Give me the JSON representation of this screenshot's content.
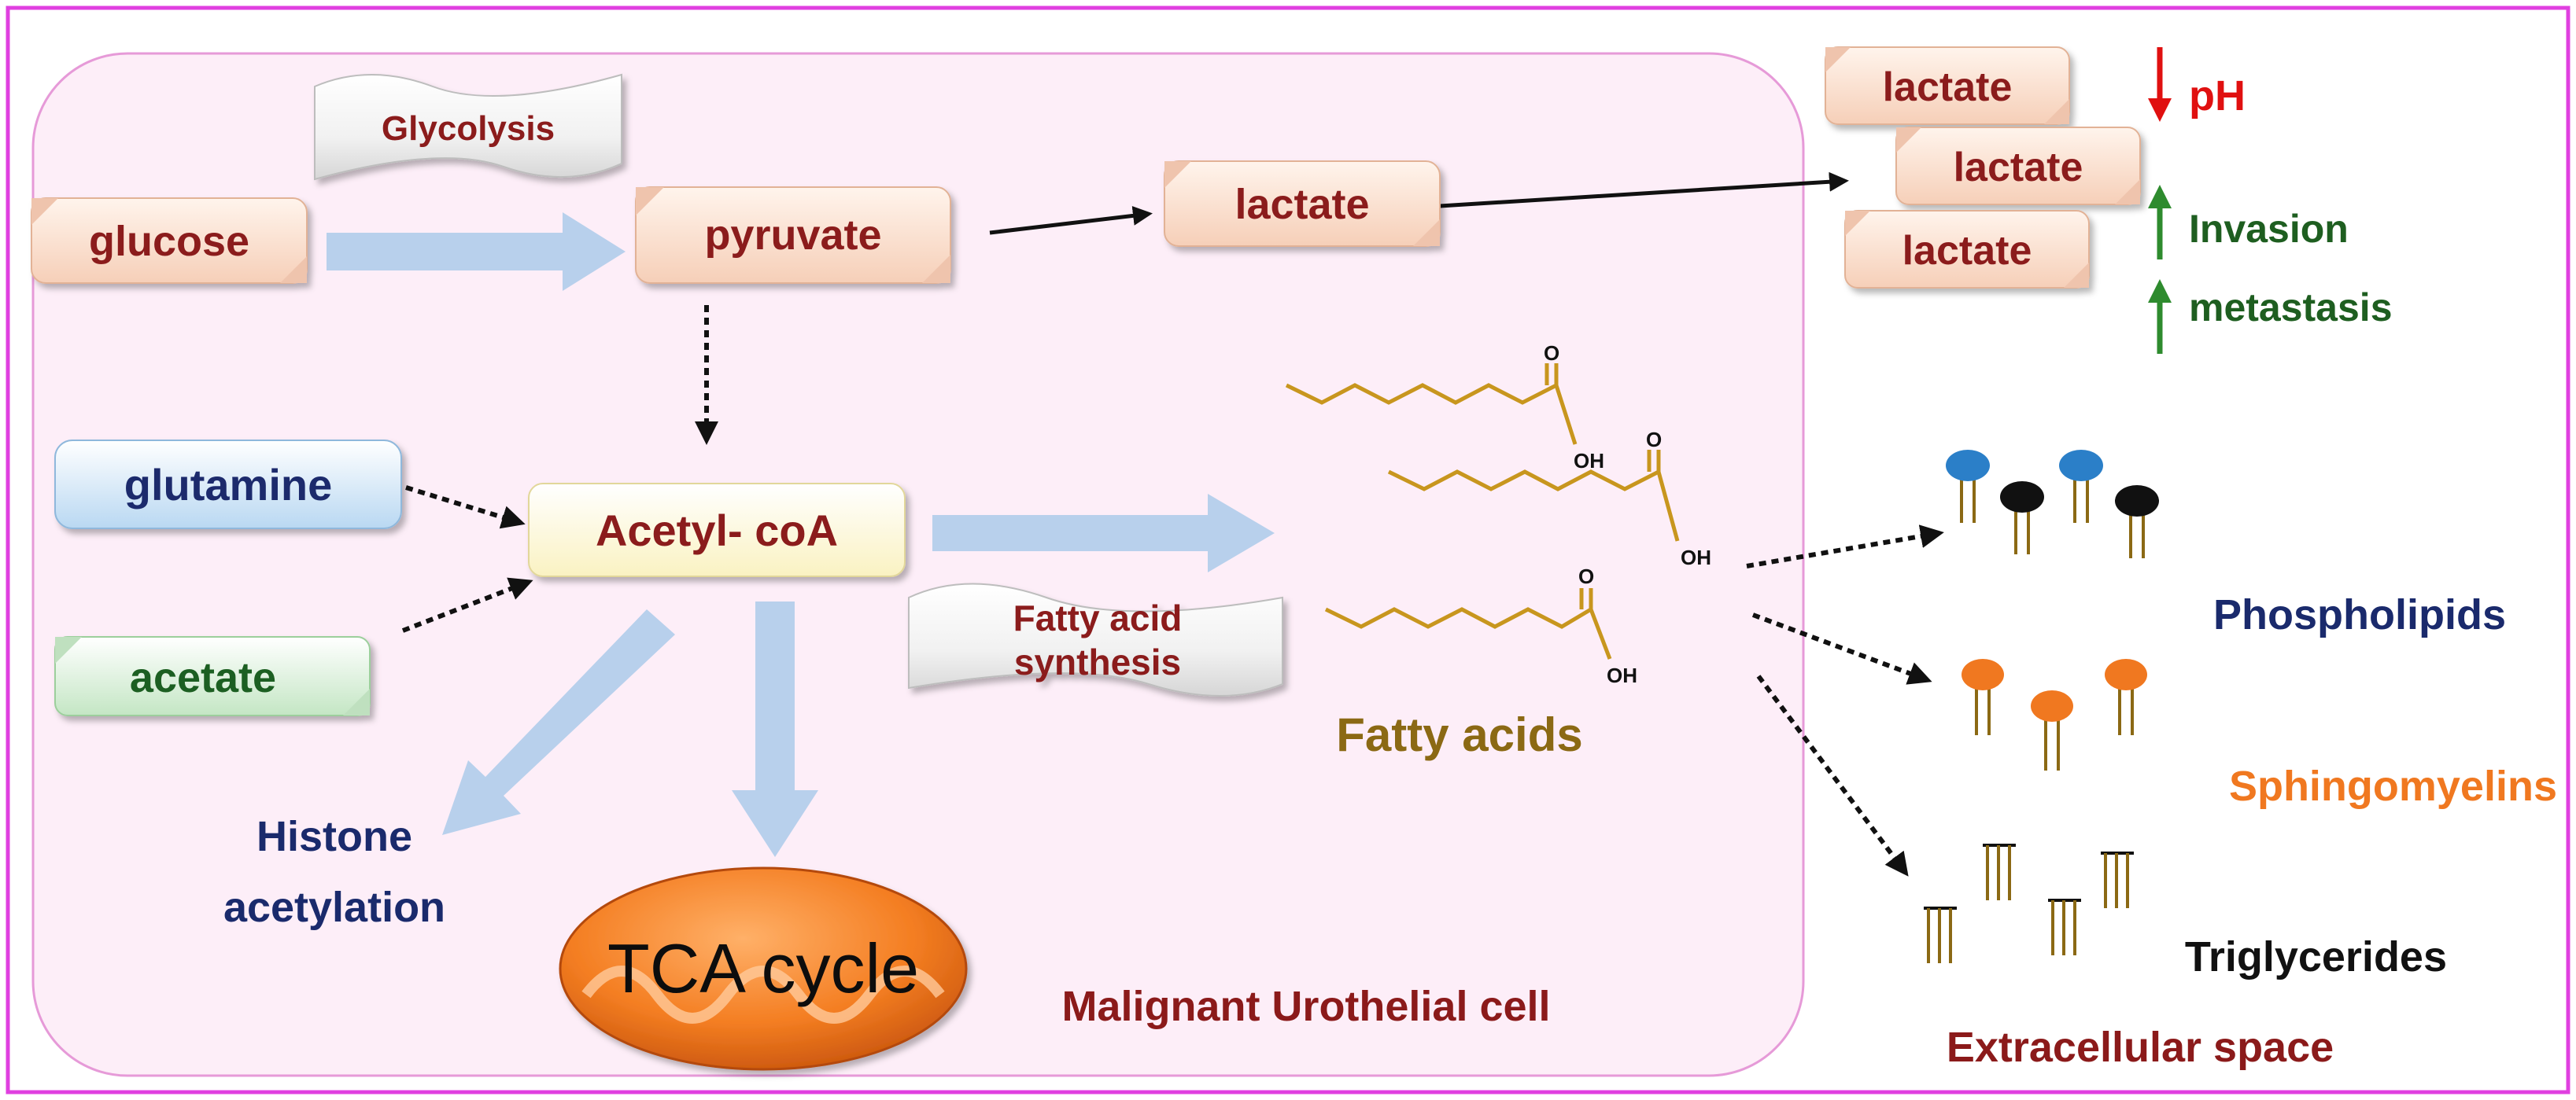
{
  "boxes": {
    "glucose": "glucose",
    "pyruvate": "pyruvate",
    "lactate_inner": "lactate",
    "lactate_out_1": "lactate",
    "lactate_out_2": "lactate",
    "lactate_out_3": "lactate",
    "glutamine": "glutamine",
    "acetyl_coa": "Acetyl- coA",
    "acetate": "acetate"
  },
  "banners": {
    "glycolysis": "Glycolysis",
    "fatty_acid_synthesis_line1": "Fatty acid",
    "fatty_acid_synthesis_line2": "synthesis"
  },
  "effects": {
    "ph": "pH",
    "invasion": "Invasion",
    "metastasis": "metastasis"
  },
  "labels": {
    "histone_line1": "Histone",
    "histone_line2": "acetylation",
    "tca_cycle": "TCA cycle",
    "fatty_acids": "Fatty acids",
    "phospholipids": "Phospholipids",
    "sphingomyelins": "Sphingomyelins",
    "triglycerides": "Triglycerides",
    "cell": "Malignant Urothelial cell",
    "extracellular": "Extracellular space"
  },
  "chem": {
    "o": "O",
    "oh": "OH"
  },
  "colors": {
    "frame": "#e040e0",
    "cell_fill": "#fdeef8",
    "dark_red": "#8b1a1a",
    "navy": "#1a2a6c",
    "dark_green": "#1e5e20",
    "arrow_green": "#2e8b2e",
    "red": "#e01010",
    "olive": "#8b6914",
    "chain": "#c8961e",
    "orange": "#f07820",
    "blue_head": "#2b7fc8",
    "black_head": "#111111",
    "fat_arrow": "#b8d0ec"
  }
}
